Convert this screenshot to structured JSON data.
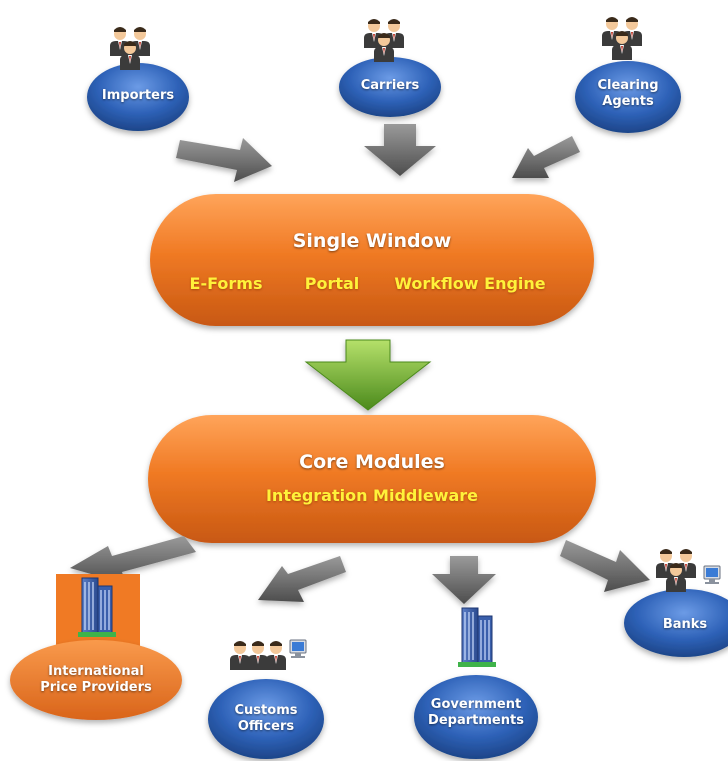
{
  "actors": {
    "importers": "Importers",
    "carriers": "Carriers",
    "clearing_agents": [
      "Clearing",
      "Agents"
    ]
  },
  "single_window": {
    "title": "Single Window",
    "components": [
      "E-Forms",
      "Portal",
      "Workflow Engine"
    ]
  },
  "core_modules": {
    "title": "Core Modules",
    "subtitle": "Integration Middleware"
  },
  "outputs": {
    "price_providers": [
      "International",
      "Price Providers"
    ],
    "customs_officers": [
      "Customs",
      "Officers"
    ],
    "government_departments": [
      "Government",
      "Departments"
    ],
    "banks": "Banks"
  },
  "colors": {
    "orange": "#f07a24",
    "blue": "#2e62b8",
    "arrow_gray": "#707070",
    "arrow_green": "#6cae2c",
    "label_yellow": "#fff23a"
  },
  "icons": {
    "people": "people-group-icon",
    "building": "office-building-icon",
    "computer": "computer-monitor-icon"
  }
}
